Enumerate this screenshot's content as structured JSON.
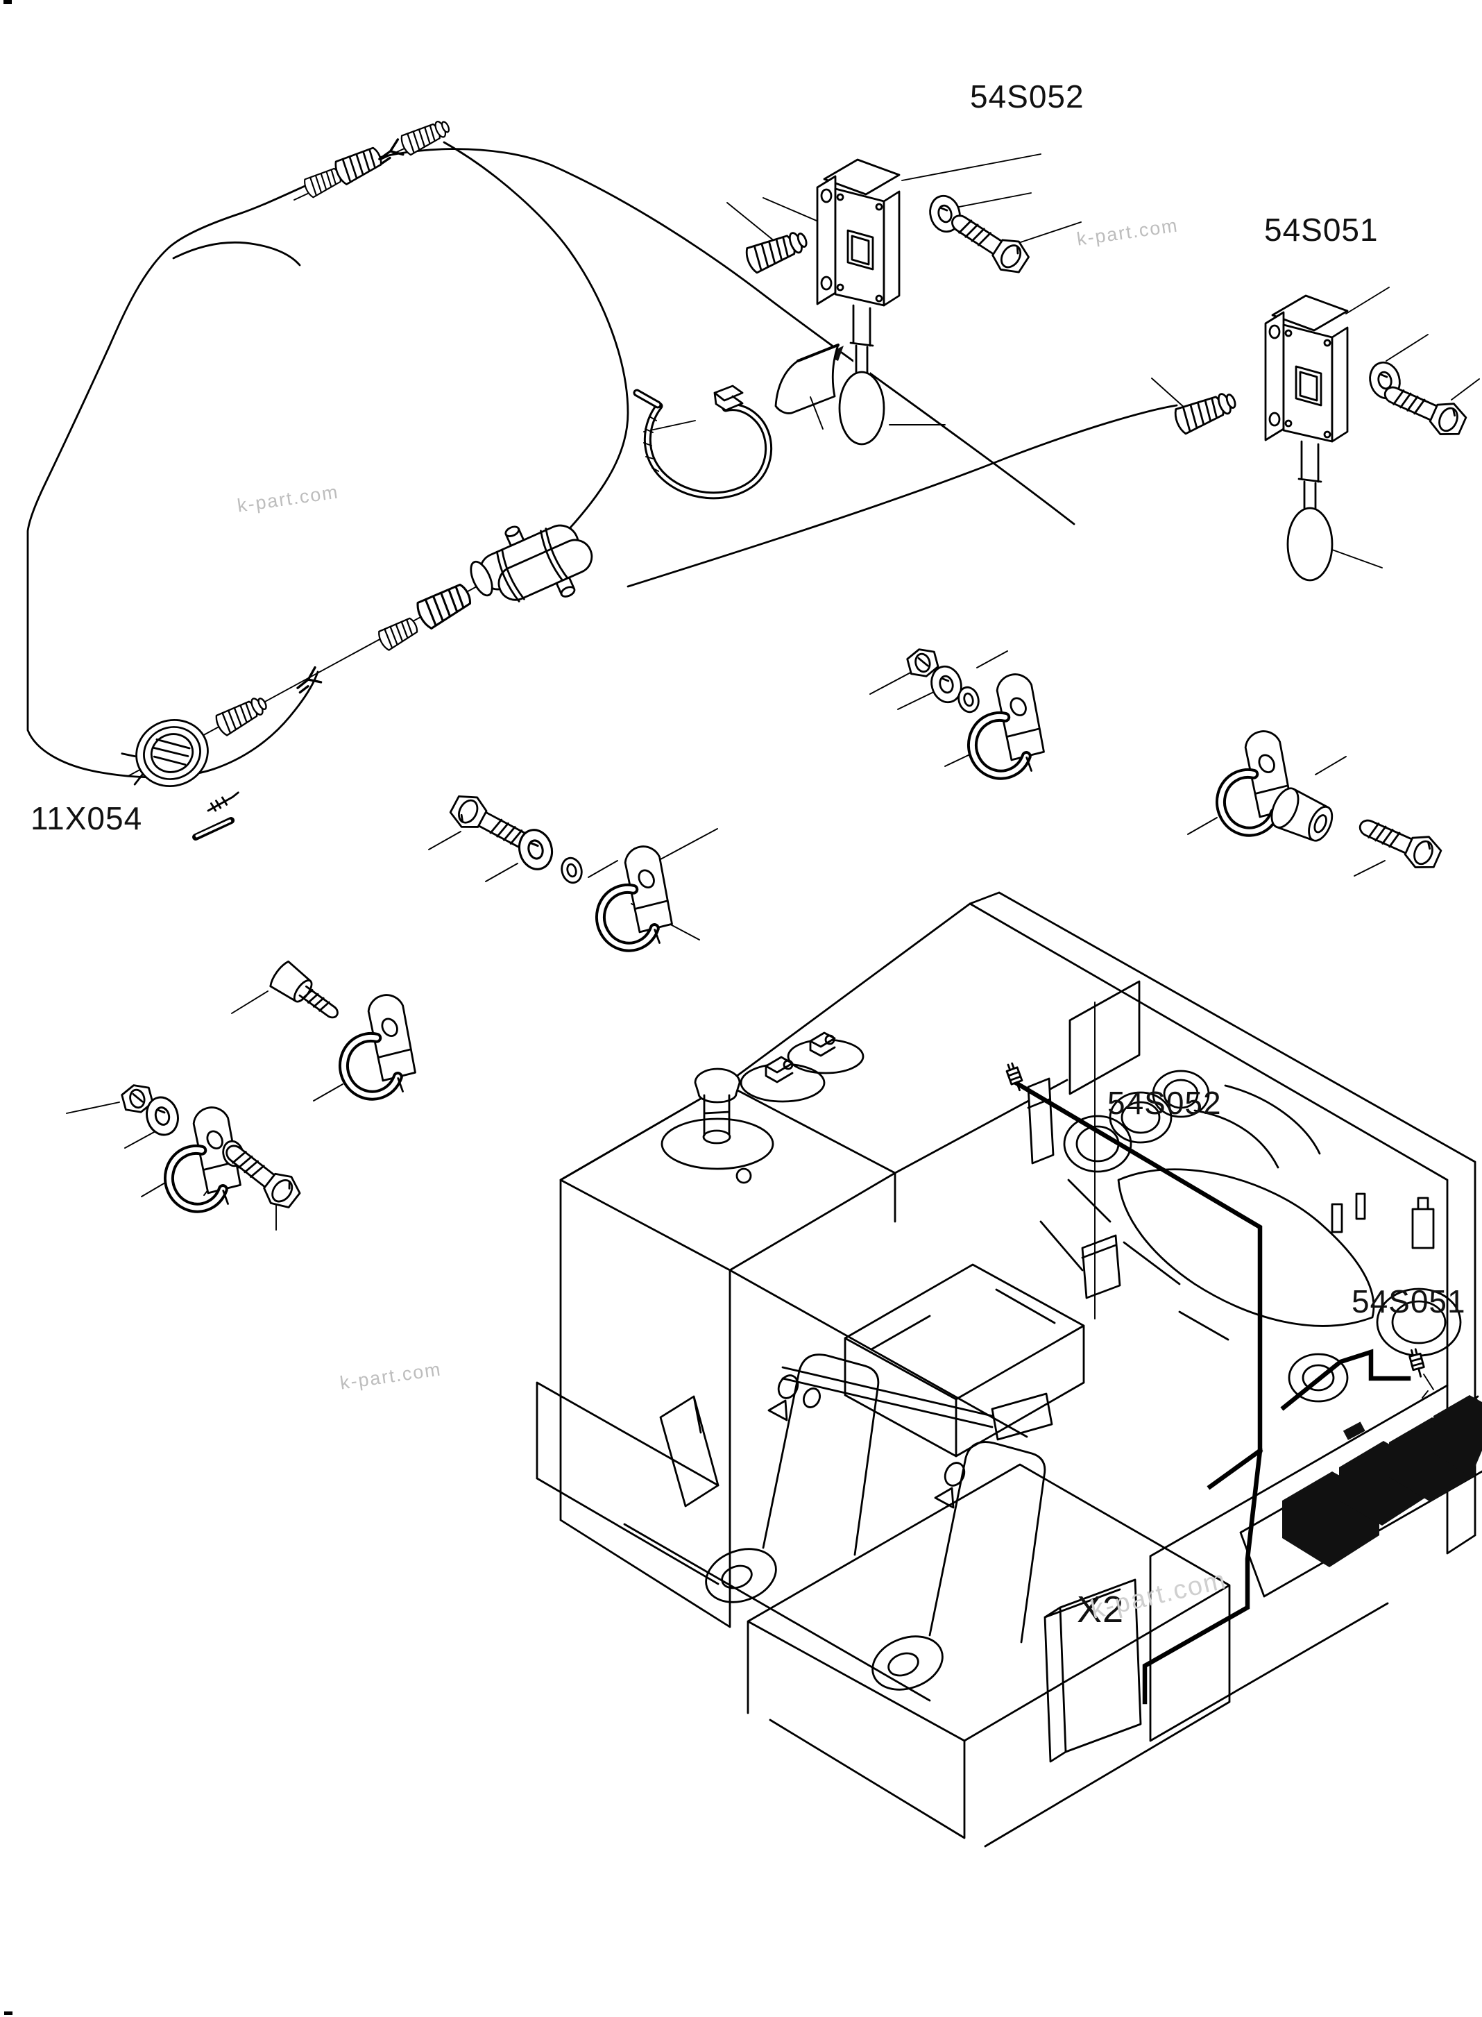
{
  "diagram": {
    "type": "exploded-parts-diagram",
    "part_labels": {
      "sensor_switch_top": "54S052",
      "sensor_switch_top_right": "54S051",
      "connector_plug": "11X054",
      "machine_location_upper": "54S052",
      "machine_location_lower": "54S051",
      "terminal_block": "X2"
    },
    "watermark": {
      "text": "k-part.com"
    },
    "colors": {
      "line": "#000000",
      "background": "#ffffff",
      "watermark": "#bdbdbd",
      "solid_parts": "#111111"
    }
  }
}
